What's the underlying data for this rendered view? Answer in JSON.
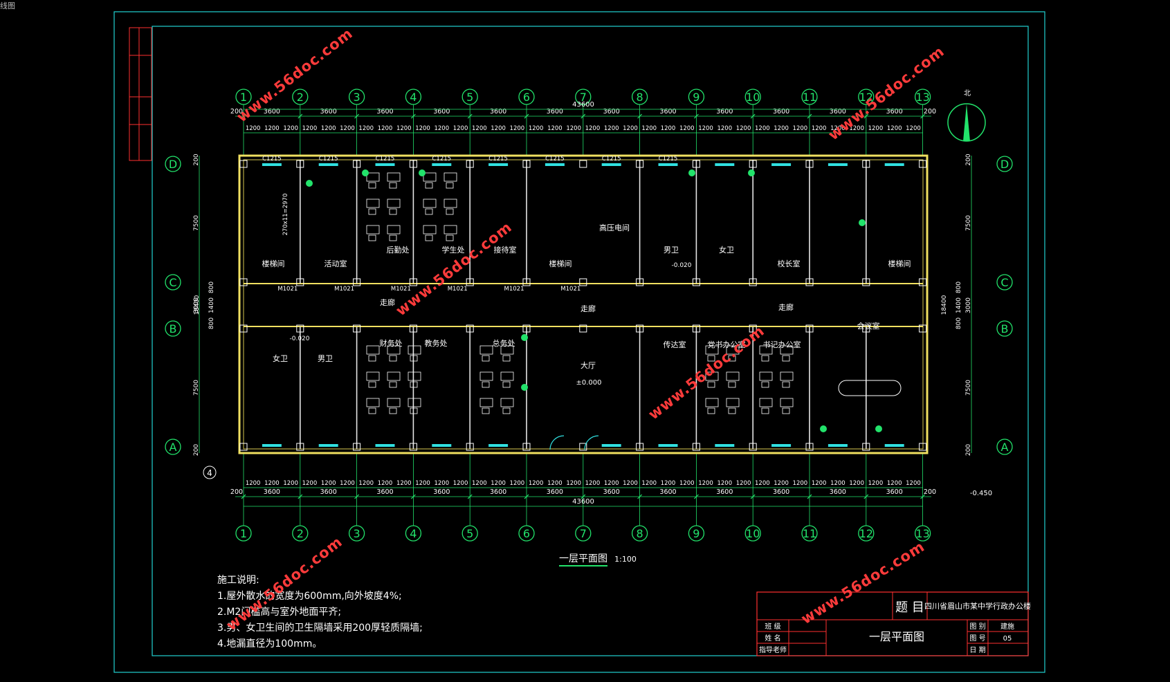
{
  "corner_label": "线图",
  "drawing": {
    "total_length": "43600",
    "bays_top": [
      "200",
      "3600",
      "3600",
      "3600",
      "3600",
      "3600",
      "3600",
      "3600",
      "3600",
      "3600",
      "3600",
      "3600",
      "3600",
      "200"
    ],
    "bays_bottom": [
      "200",
      "3600",
      "3600",
      "3600",
      "3600",
      "3600",
      "3600",
      "3600",
      "3600",
      "3600",
      "3600",
      "3600",
      "3600",
      "200"
    ],
    "axes_x": [
      "1",
      "2",
      "3",
      "4",
      "5",
      "6",
      "7",
      "8",
      "9",
      "10",
      "11",
      "12",
      "13"
    ],
    "axes_y": [
      "D",
      "C",
      "B",
      "A"
    ],
    "side_dims": [
      "200",
      "7500",
      "3000",
      "7500",
      "200"
    ],
    "total_width": "18400",
    "corridor_dims": [
      "800",
      "1400",
      "800"
    ],
    "level_outdoor": "-0.450",
    "level_hall": "±0.000",
    "level_toilet": "-0.020",
    "north": "北",
    "detail_mark": "4"
  },
  "rooms": {
    "stair1": "楼梯间",
    "activity": "活动室",
    "logistics": "后勤处",
    "student": "学生处",
    "reception": "接待室",
    "stair2": "楼梯间",
    "power": "高压电间",
    "men1": "男卫",
    "women1": "女卫",
    "principal": "校长室",
    "stair3": "楼梯间",
    "corridor_l": "走廊",
    "corridor_c": "走廊",
    "corridor_r": "走廊",
    "women2": "女卫",
    "men2": "男卫",
    "finance": "财务处",
    "teaching": "教务处",
    "general": "总务处",
    "hall": "大厅",
    "duty": "传达室",
    "party": "党书办公室",
    "secretary": "书记办公室",
    "meeting": "会议室"
  },
  "labels": {
    "windows": [
      "C1215",
      "C1215",
      "C1215",
      "C1215",
      "C1215",
      "C1215",
      "C1215",
      "C1215"
    ],
    "doors": [
      "M1021",
      "M1021",
      "M1021",
      "M1021",
      "M1021",
      "M1021"
    ],
    "stair_note": "270x11=2970"
  },
  "title": {
    "plan_title": "一层平面图",
    "scale": "1:100",
    "project_label": "题 目",
    "project_name": "四川省眉山市某中学行政办公楼",
    "rows": [
      "班 级",
      "姓 名",
      "指导老师"
    ],
    "drawing_name": "一层平面图",
    "right_keys": [
      "图 别",
      "图 号",
      "日 期"
    ],
    "right_vals": [
      "建施",
      "05",
      ""
    ]
  },
  "notes": {
    "heading": "施工说明:",
    "lines": [
      "1.屋外散水的宽度为600mm,向外坡度4%;",
      "2.M2门槛高与室外地面平齐;",
      "3.男、女卫生间的卫生隔墙采用200厚轻质隔墙;",
      "4.地漏直径为100mm。"
    ]
  },
  "watermark": "www.56doc.com"
}
